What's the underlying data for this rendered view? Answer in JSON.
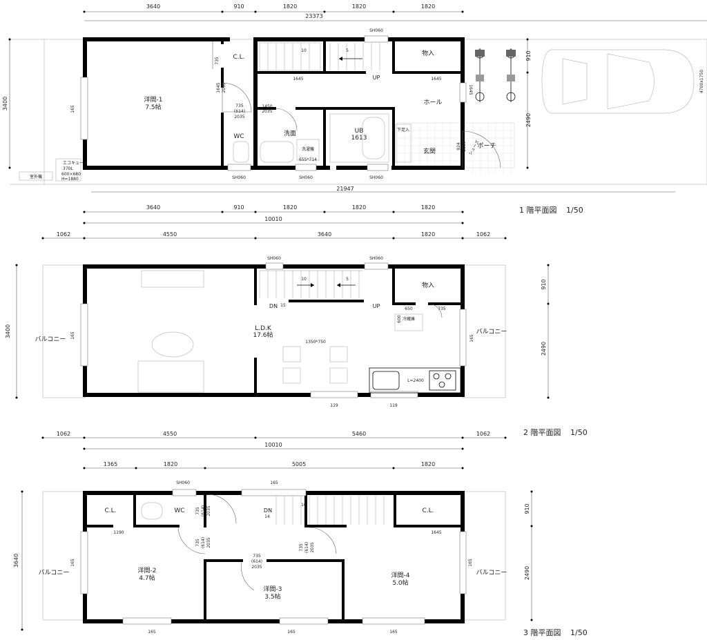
{
  "floors": [
    {
      "title": "1 階平面図",
      "scale": "1/50",
      "dims_top": [
        "3640",
        "910",
        "1820",
        "1820",
        "1820"
      ],
      "dims_top_total": "23373",
      "dims_bottom": [
        "3640",
        "910",
        "1820",
        "1820",
        "1820"
      ],
      "dims_bottom_total": "10010",
      "dims_site": "21947",
      "dims_left": "3400",
      "dims_right": [
        "910",
        "2490"
      ],
      "car_size": "4700x1750",
      "rooms": {
        "yoma1": "洋間-1",
        "yoma1_size": "7.5帖",
        "cl": "C.L.",
        "wc": "WC",
        "senmen": "洗面",
        "ub": "UB",
        "ub_size": "1613",
        "monoire": "物入",
        "hall": "ホール",
        "genkan": "玄関",
        "porch": "ポーチ",
        "shitaashi": "下足入",
        "shoes": "シューズ",
        "washer": "洗濯機",
        "washer_size": "655*714",
        "ecocute": "エコキュート",
        "ecocute_vol": "370L",
        "ecocute_size": "600×680",
        "ecocute_h": "H=1880",
        "outdoor": "室外機",
        "up": "UP"
      },
      "labels": {
        "sh1": "SH060",
        "sh2": "SH060",
        "sh3": "SH060",
        "sh4": "SH060",
        "w165": "165",
        "stair1645": "1645",
        "stair1645b": "1645",
        "st10": "10",
        "st5": "5",
        "d735": "735",
        "d735b": "735",
        "d614": "(614)",
        "d2035": "2035",
        "d1645v": "1645",
        "d2035v": "2035",
        "d1450": "1450",
        "d2035c": "2035",
        "d924": "924",
        "d2350": "2350",
        "d1645h": "1645"
      }
    },
    {
      "title": "2 階平面図",
      "scale": "1/50",
      "dims_top": [
        "1062",
        "4550",
        "3640",
        "1820",
        "1062"
      ],
      "dims_bottom": [
        "1062",
        "4550",
        "5460",
        "1062"
      ],
      "dims_bottom_total": "10010",
      "dims_left": "3400",
      "dims_right": [
        "910",
        "2490"
      ],
      "rooms": {
        "ldk": "L.D.K",
        "ldk_size": "17.6帖",
        "balcony_l": "バルコニー",
        "balcony_r": "バルコニー",
        "monoire": "物入",
        "fridge": "冷蔵庫",
        "kitchen": "L=2400",
        "table": "1350*750",
        "dn": "DN",
        "up": "UP"
      },
      "labels": {
        "sh1": "SH060",
        "sh2": "SH060",
        "w165l": "165",
        "w165r": "165",
        "w119a": "119",
        "w119b": "119",
        "d650": "650",
        "d600": "600",
        "d735": "735",
        "st10": "10",
        "st5": "5",
        "st15": "15"
      }
    },
    {
      "title": "3 階平面図",
      "scale": "1/50",
      "dims_top": [
        "1365",
        "1820",
        "5005",
        "1820"
      ],
      "dims_left": "3640",
      "dims_right": [
        "910",
        "2490"
      ],
      "rooms": {
        "cl_l": "C.L.",
        "cl_r": "C.L.",
        "wc": "WC",
        "dn": "DN",
        "yoma2": "洋間-2",
        "yoma2_size": "4.7帖",
        "yoma3": "洋間-3",
        "yoma3_size": "3.5帖",
        "yoma4": "洋間-4",
        "yoma4_size": "5.0帖",
        "balcony_l": "バルコニー",
        "balcony_r": "バルコニー"
      },
      "labels": {
        "sh1": "SH060",
        "w165t": "165",
        "w165l": "165",
        "w165r": "165",
        "w165b1": "165",
        "w165b2": "165",
        "w165b3": "165",
        "d1190": "1190",
        "d1645": "1645",
        "st10": "10",
        "st14": "14",
        "d735a": "735",
        "d614a": "(614)",
        "d2035a": "2035",
        "d735b": "735",
        "d614b": "(614)",
        "d2035b": "2035",
        "d735c": "735",
        "d614c": "(614)",
        "d2035c": "2035",
        "d735d": "735",
        "d614d": "(614)",
        "d2035d": "2035"
      }
    }
  ]
}
